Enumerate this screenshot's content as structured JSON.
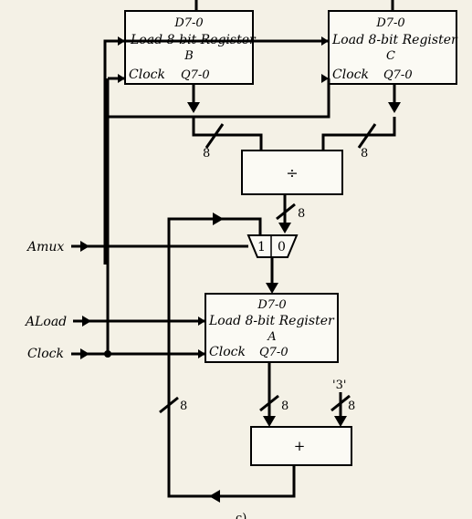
{
  "register_b": {
    "data_in": "D7-0",
    "title": "Load 8-bit Register",
    "name": "B",
    "clock": "Clock",
    "data_out": "Q7-0"
  },
  "register_c": {
    "data_in": "D7-0",
    "title": "Load 8-bit Register",
    "name": "C",
    "clock": "Clock",
    "data_out": "Q7-0"
  },
  "register_a": {
    "data_in": "D7-0",
    "title": "Load 8-bit Register",
    "name": "A",
    "clock": "Clock",
    "data_out": "Q7-0"
  },
  "divider": {
    "symbol": "÷"
  },
  "adder": {
    "symbol": "+"
  },
  "mux": {
    "in1": "1",
    "in0": "0"
  },
  "inputs": {
    "amux": "Amux",
    "aload": "ALoad",
    "clock": "Clock"
  },
  "bus_widths": {
    "b_to_div": "8",
    "c_to_div": "8",
    "div_to_mux": "8",
    "a_to_add": "8",
    "const_to_add": "8",
    "feedback": "8"
  },
  "constant": "'3'",
  "caption_fragment": "c)"
}
